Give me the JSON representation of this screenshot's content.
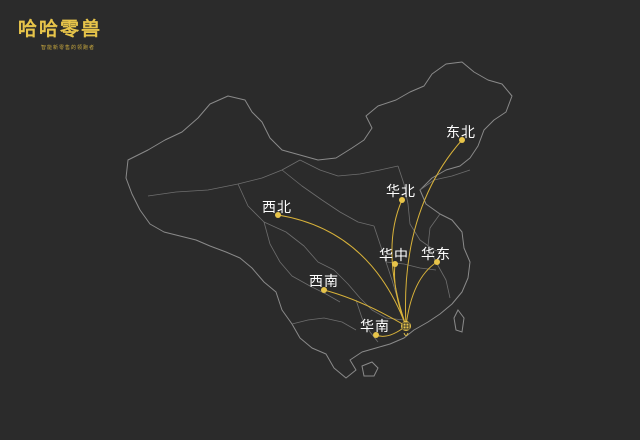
{
  "logo": {
    "title": "哈哈零兽",
    "subtitle": "智能新零售的领跑者"
  },
  "colors": {
    "background": "#2b2b2b",
    "outline": "#8a8a8a",
    "accent": "#e7c44a",
    "route": "#d8b23a",
    "label": "#ffffff"
  },
  "hub": {
    "icon": "hub-marker-icon"
  },
  "regions": [
    {
      "id": "dongbei",
      "label": "东北"
    },
    {
      "id": "huabei",
      "label": "华北"
    },
    {
      "id": "xibei",
      "label": "西北"
    },
    {
      "id": "huazhong",
      "label": "华中"
    },
    {
      "id": "huadong",
      "label": "华东"
    },
    {
      "id": "xinan",
      "label": "西南"
    },
    {
      "id": "huanan",
      "label": "华南"
    }
  ]
}
